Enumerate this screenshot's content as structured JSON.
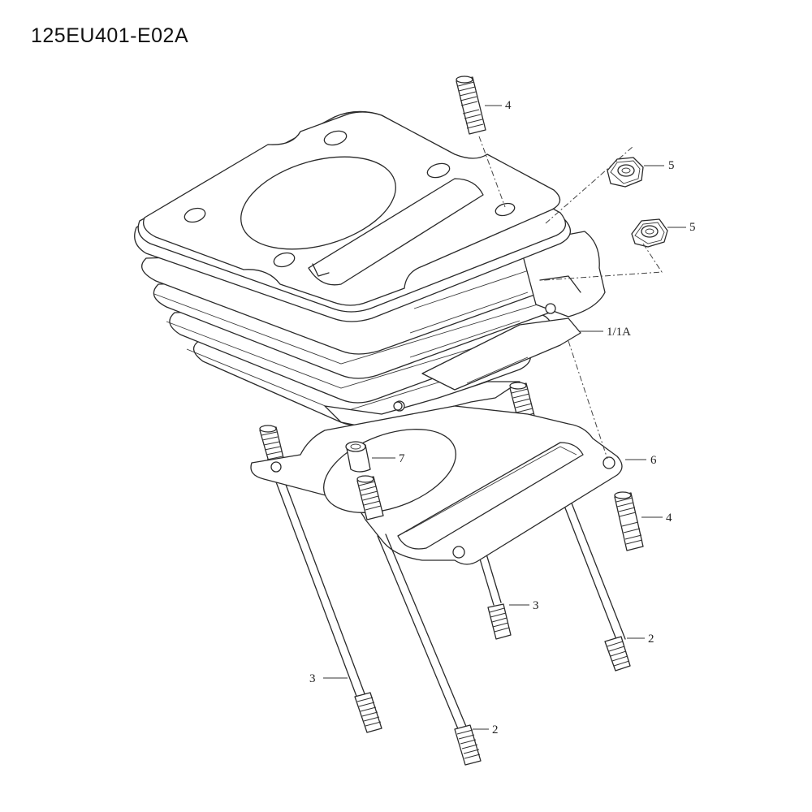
{
  "title": "125EU401-E02A",
  "callouts": {
    "c1": "1/1A",
    "c2a": "2",
    "c2b": "2",
    "c3a": "3",
    "c3b": "3",
    "c4a": "4",
    "c4b": "4",
    "c5a": "5",
    "c5b": "5",
    "c6": "6",
    "c7": "7"
  }
}
